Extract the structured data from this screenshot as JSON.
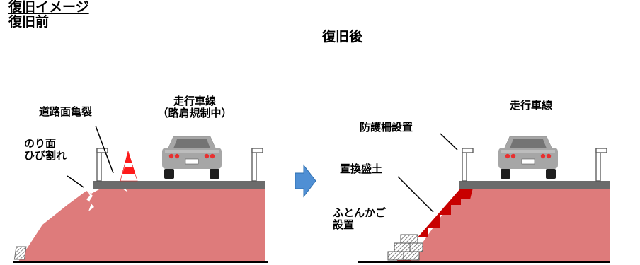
{
  "title": "復旧イメージ",
  "before": {
    "heading": "復旧前",
    "lane_label_line1": "走行車線",
    "lane_label_line2": "（路肩規制中）",
    "crack_label": "道路面亀裂",
    "slope_label_line1": "のり面",
    "slope_label_line2": "ひび割れ"
  },
  "after": {
    "heading": "復旧後",
    "lane_label": "走行車線",
    "guardrail_label": "防護柵設置",
    "fill_label": "置換盛土",
    "gabion_label_line1": "ふとんかご",
    "gabion_label_line2": "設置"
  },
  "arrow_icon": "right-arrow-icon",
  "colors": {
    "embankment": "#de7b7b",
    "replacement_fill": "#c80000",
    "road_surface": "#6b6b6b",
    "car_body": "#a6a6a6",
    "car_lights": "#e83030",
    "arrow": "#4f8fd4",
    "cone": "#ff1a1a"
  }
}
